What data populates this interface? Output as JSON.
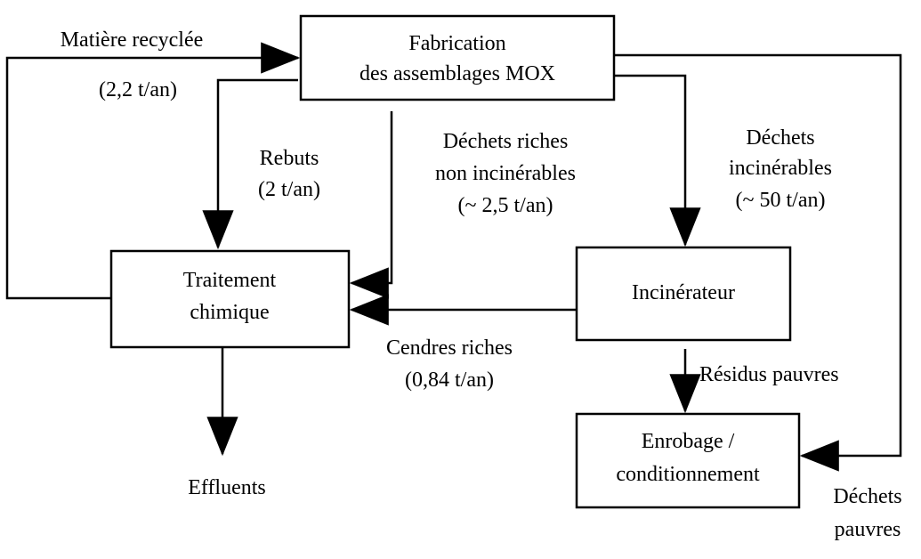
{
  "boxes": {
    "fabrication": [
      "Fabrication",
      "des assemblages MOX"
    ],
    "traitement": [
      "Traitement",
      "chimique"
    ],
    "incinerateur": [
      "Incinérateur"
    ],
    "enrobage": [
      "Enrobage /",
      "conditionnement"
    ]
  },
  "labels": {
    "matiere_recyclee": "Matière recyclée",
    "matiere_recyclee_qty": "(2,2 t/an)",
    "rebuts": "Rebuts",
    "rebuts_qty": "(2 t/an)",
    "dechets_riches_1": "Déchets riches",
    "dechets_riches_2": "non incinérables",
    "dechets_riches_qty": "(~ 2,5 t/an)",
    "dechets_incin_1": "Déchets",
    "dechets_incin_2": "incinérables",
    "dechets_incin_qty": "(~ 50 t/an)",
    "cendres_riches": "Cendres riches",
    "cendres_riches_qty": "(0,84 t/an)",
    "residus_pauvres": "Résidus pauvres",
    "effluents": "Effluents",
    "dechets_pauvres_1": "Déchets",
    "dechets_pauvres_2": "pauvres"
  }
}
